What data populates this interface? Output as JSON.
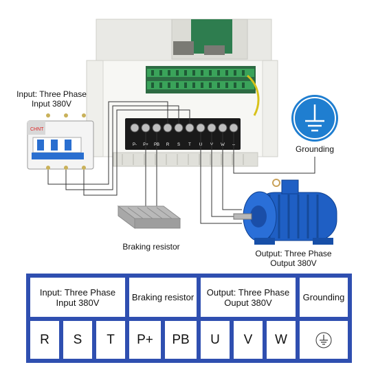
{
  "labels": {
    "input": "Input: Three Phase\nInput 380V",
    "grounding": "Grounding",
    "braking_resistor": "Braking resistor",
    "output": "Output: Three Phase\nOutput 380V",
    "breaker_brand": "CHNT",
    "terminal_marks": [
      "P-",
      "P+",
      "PB",
      "R",
      "S",
      "T",
      "U",
      "V",
      "W",
      "⏚"
    ]
  },
  "table": {
    "headers": [
      {
        "text": "Input: Three Phase\nInput 380V"
      },
      {
        "text": "Braking resistor"
      },
      {
        "text": "Output: Three Phase\nOuput 380V"
      },
      {
        "text": "Grounding"
      }
    ],
    "cells": [
      "R",
      "S",
      "T",
      "P+",
      "PB",
      "U",
      "V",
      "W",
      "⏚"
    ]
  },
  "colors": {
    "accent": "#2f4fb0",
    "ground_badge": "#1f7ed0",
    "motor": "#1f5fc4",
    "housing": "#e6e6e2",
    "terminal_block": "#1a1a1a",
    "pcb_terminals": "#3aa35a"
  }
}
